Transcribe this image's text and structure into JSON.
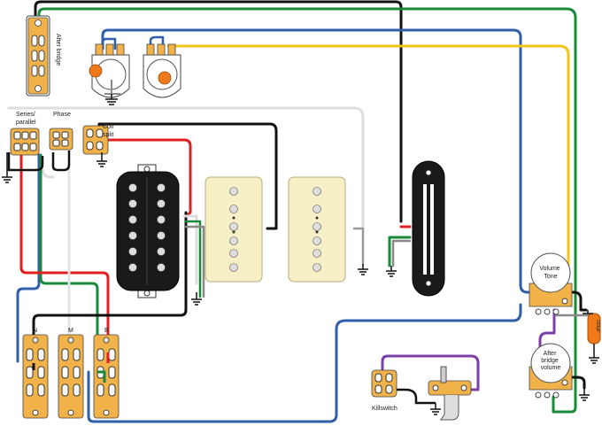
{
  "labels": {
    "after_bridge_top": "After bridge",
    "series_parallel": "Series/\nparallel",
    "phase": "Phase",
    "coil_split": "Coil\nsplit",
    "switch_n": "N",
    "switch_m": "M",
    "switch_b": "B",
    "volume_tone": "Volume\nTone",
    "after_bridge_volume": "After\nbridge\nvolume",
    "killswitch": "Killswitch",
    "cap_label": "033µF"
  },
  "colors": {
    "wire_black": "#111111",
    "wire_blue": "#2f5fa8",
    "wire_green": "#1a8a3a",
    "wire_yellow": "#f0c419",
    "wire_red": "#e02020",
    "wire_white": "#e8e8e8",
    "wire_purple": "#7a3fa8",
    "wire_gray": "#8a8a8a",
    "switch_orange": "#f2b24a",
    "pickup_cream": "#f7efc6",
    "pickup_black": "#1a1a1a",
    "cap_orange": "#f07a1a"
  }
}
